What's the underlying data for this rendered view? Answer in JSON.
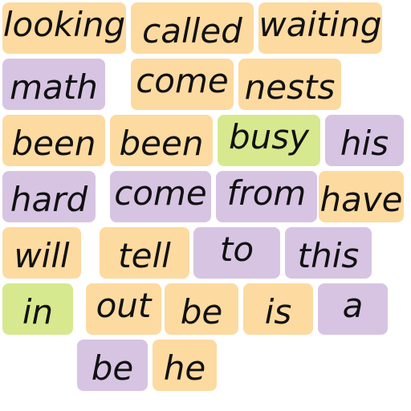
{
  "colors": {
    "orange": "#FDDAA0",
    "purple": "#D7C4E3",
    "green": "#D6E98E",
    "text": "#111111",
    "background": "#FFFFFF"
  },
  "tiles": [
    {
      "word": "looking",
      "color": "orange"
    },
    {
      "word": "called",
      "color": "orange"
    },
    {
      "word": "waiting",
      "color": "orange"
    },
    {
      "word": "math",
      "color": "purple"
    },
    {
      "word": "come",
      "color": "orange"
    },
    {
      "word": "nests",
      "color": "orange"
    },
    {
      "word": "been",
      "color": "orange"
    },
    {
      "word": "been",
      "color": "orange"
    },
    {
      "word": "busy",
      "color": "green"
    },
    {
      "word": "his",
      "color": "purple"
    },
    {
      "word": "hard",
      "color": "purple"
    },
    {
      "word": "come",
      "color": "purple"
    },
    {
      "word": "from",
      "color": "purple"
    },
    {
      "word": "have",
      "color": "orange"
    },
    {
      "word": "will",
      "color": "orange"
    },
    {
      "word": "tell",
      "color": "orange"
    },
    {
      "word": "to",
      "color": "purple"
    },
    {
      "word": "this",
      "color": "purple"
    },
    {
      "word": "in",
      "color": "green"
    },
    {
      "word": "out",
      "color": "orange"
    },
    {
      "word": "be",
      "color": "orange"
    },
    {
      "word": "is",
      "color": "orange"
    },
    {
      "word": "a",
      "color": "purple"
    },
    {
      "word": "be",
      "color": "purple"
    },
    {
      "word": "he",
      "color": "orange"
    }
  ]
}
